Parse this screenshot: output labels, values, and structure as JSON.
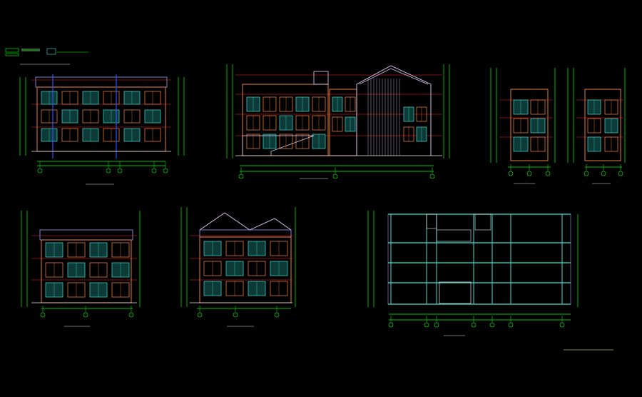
{
  "colors": {
    "background": "#000000",
    "dimension": "#00ff00",
    "wall": "#ff8a3d",
    "glass": "#3fe0d0",
    "axis": "#ff2020",
    "roof": "#9a9aff",
    "text": "#e8e8e8",
    "note": "#ffff66",
    "wall2": "#e8d0ff",
    "blue": "#3050ff"
  },
  "notes": {
    "legend_top": "",
    "legend_bottom": "",
    "bottom_right_note": ""
  },
  "drawings": [
    {
      "id": "elev-1",
      "title": ""
    },
    {
      "id": "elev-2",
      "title": ""
    },
    {
      "id": "elev-3",
      "title": ""
    },
    {
      "id": "elev-4",
      "title": ""
    },
    {
      "id": "elev-5",
      "title": ""
    },
    {
      "id": "elev-6",
      "title": ""
    },
    {
      "id": "section-1",
      "title": ""
    }
  ]
}
